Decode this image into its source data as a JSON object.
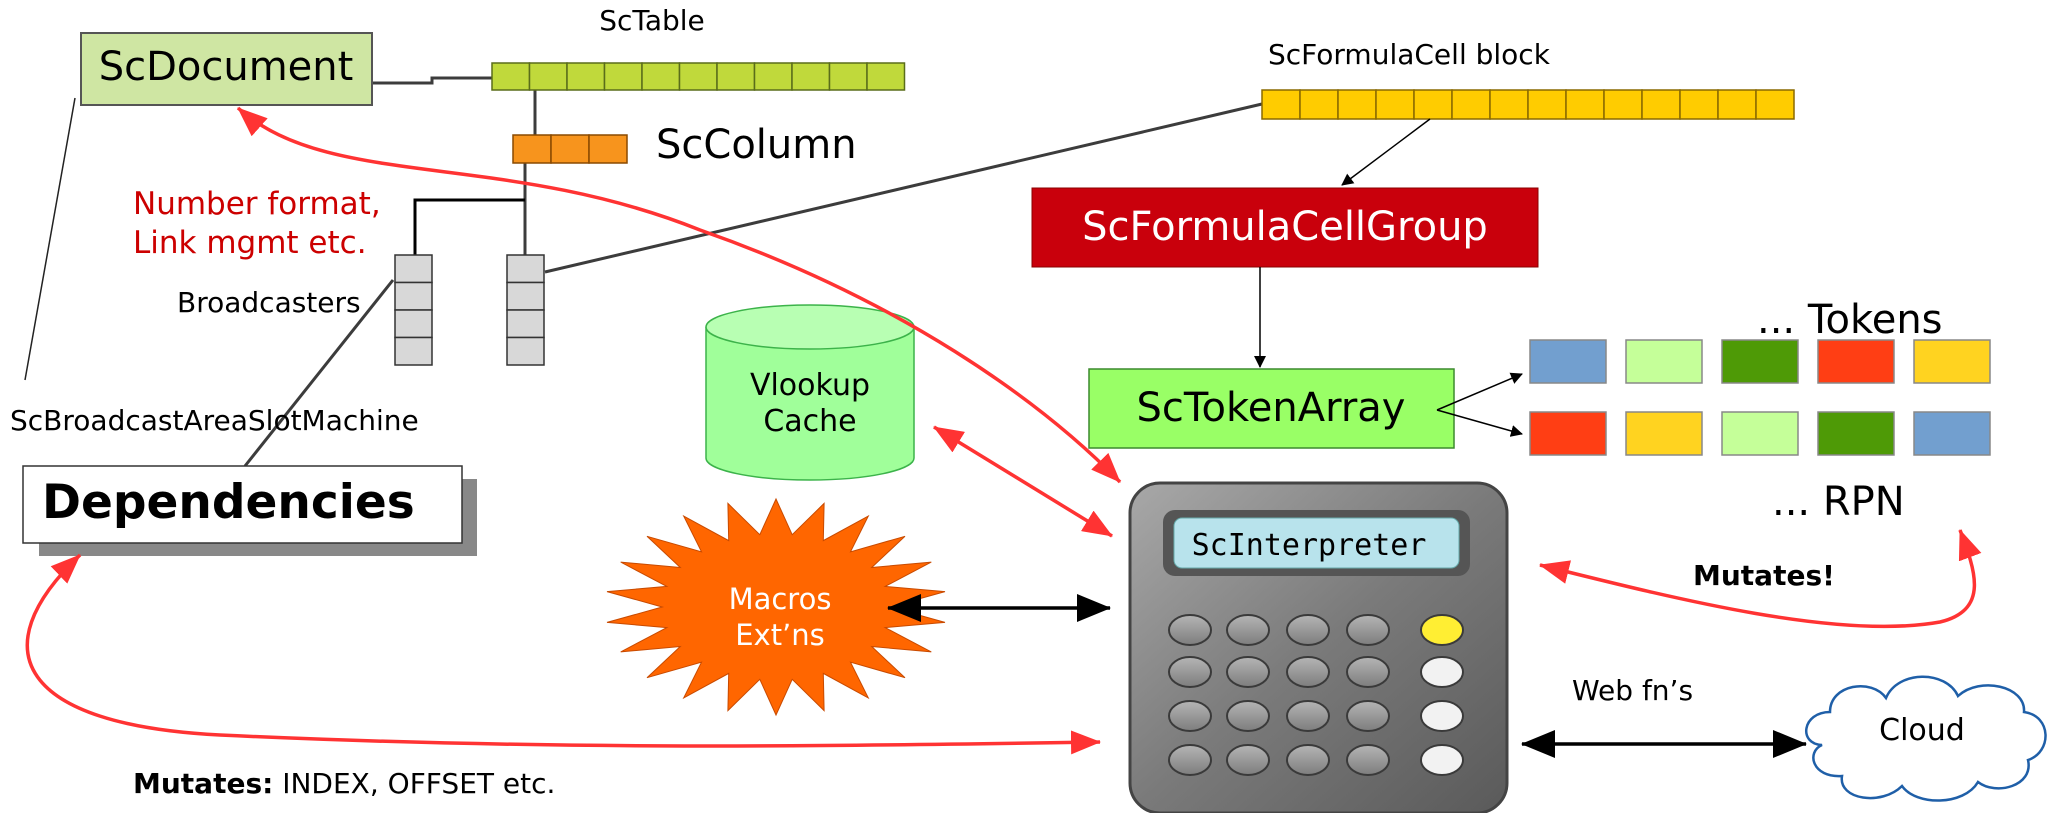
{
  "labels": {
    "sc_document": "ScDocument",
    "sc_table": "ScTable",
    "sc_column": "ScColumn",
    "number_format_line1": "Number format,",
    "number_format_line2": "Link mgmt etc.",
    "broadcasters": "Broadcasters",
    "slot_machine": "ScBroadcastAreaSlotMachine",
    "dependencies": "Dependencies",
    "formula_cell_block": "ScFormulaCell block",
    "formula_cell_group": "ScFormulaCellGroup",
    "token_array": "ScTokenArray",
    "tokens": "... Tokens",
    "rpn": "... RPN",
    "vlookup_line1": "Vlookup",
    "vlookup_line2": "Cache",
    "macros_line1": "Macros",
    "macros_line2": "Ext’ns",
    "interpreter": "ScInterpreter",
    "mutates_right": "Mutates!",
    "web_fns": "Web fn’s",
    "cloud": "Cloud",
    "mutates_bold": "Mutates:",
    "mutates_rest": " INDEX, OFFSET etc."
  },
  "colors": {
    "document_fill": "#cfe6a3",
    "table_cell": "#c0d93b",
    "column_cell": "#f7941d",
    "formula_block_cell": "#ffcc00",
    "formula_group": "#c9000c",
    "token_array": "#99ff66",
    "vlookup": "#a0ff9a",
    "macros_star": "#ff6600",
    "red_arrow": "#ff3333",
    "red_text": "#cc0000",
    "lcd": "#b8e3ec",
    "button_yellow": "#ffee33"
  },
  "tokens_row": [
    "#729fcf",
    "#c5ff99",
    "#4e9a06",
    "#ff3e14",
    "#ffd320"
  ],
  "rpn_row": [
    "#ff3e14",
    "#ffd320",
    "#c5ff99",
    "#4e9a06",
    "#729fcf"
  ],
  "icons": [
    "calculator-icon",
    "cloud-icon",
    "cylinder-icon",
    "starburst-icon"
  ]
}
